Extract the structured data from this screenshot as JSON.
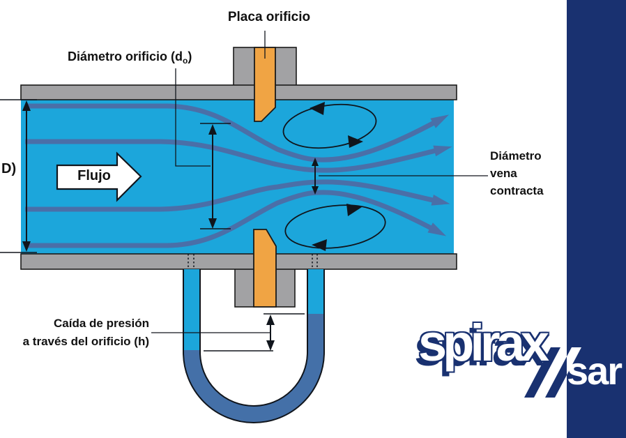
{
  "diagram": {
    "labels": {
      "orifice_plate": "Placa orificio",
      "orifice_diameter_prefix": "Diámetro orificio (d",
      "orifice_diameter_sub": "o",
      "orifice_diameter_suffix": ")",
      "flow": "Flujo",
      "pipe_diameter": "D)",
      "vena_contracta": "Diámetro\nvena\ncontracta",
      "pressure_drop": "Caída de presión\na través del orificio (h)"
    },
    "colors": {
      "fluid_cyan": "#1CA6DB",
      "streamline_blue": "#4A6FA8",
      "pipe_gray": "#A2A2A4",
      "plate_orange": "#F0A444",
      "brand_navy": "#193170",
      "manometer_fluid": "#4470A8",
      "outline": "#111111",
      "background": "#FFFFFF"
    }
  },
  "brand": {
    "word1": "spirax",
    "word2": "sar"
  }
}
